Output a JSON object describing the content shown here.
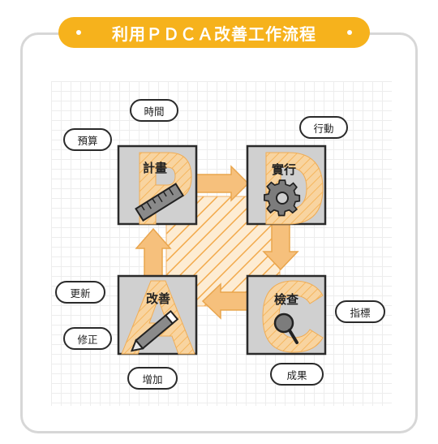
{
  "title": "利用ＰＤＣＡ改善工作流程",
  "colors": {
    "accent": "#f6b21c",
    "box_gray": "#cfcfcf",
    "letter_orange": "#f8c98a",
    "arrow_orange": "#f6c07c"
  },
  "boxes": {
    "plan": {
      "label": "計畫",
      "icon": "ruler-icon"
    },
    "do": {
      "label": "實行",
      "icon": "gear-icon"
    },
    "check": {
      "label": "檢查",
      "icon": "magnifier-icon"
    },
    "act": {
      "label": "改善",
      "icon": "pencil-icon"
    }
  },
  "tags": {
    "time": "時間",
    "budget": "預算",
    "action": "行動",
    "update": "更新",
    "correct": "修正",
    "indicator": "指標",
    "increase": "增加",
    "result": "成果"
  }
}
